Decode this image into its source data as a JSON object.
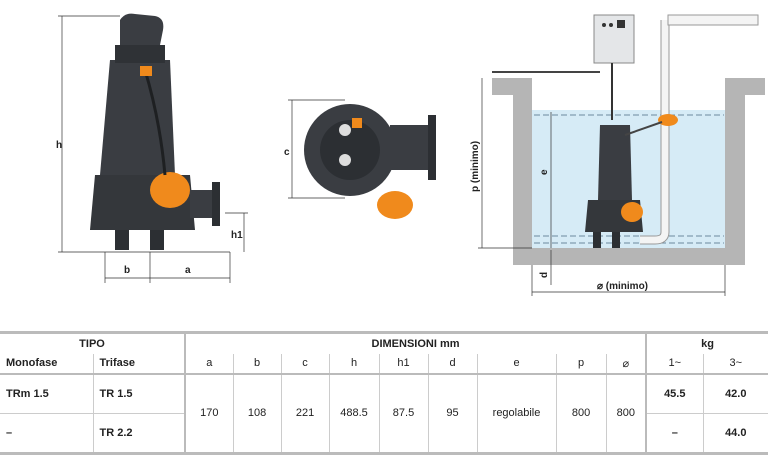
{
  "drawings": {
    "side_view": {
      "labels": {
        "h": "h",
        "b": "b",
        "a": "a",
        "h1": "h1"
      }
    },
    "top_view": {
      "labels": {
        "c": "c"
      }
    },
    "installation": {
      "labels": {
        "p": "p  (minimo)",
        "e": "e",
        "d": "d",
        "diameter": "⌀ (minimo)"
      }
    }
  },
  "colors": {
    "pump": "#3a3d42",
    "float": "#f08a1c",
    "water": "#d6ebf6",
    "concrete": "#b5b5b5"
  },
  "table": {
    "group_headers": {
      "tipo": "TIPO",
      "dimensioni": "DIMENSIONI mm",
      "kg": "kg"
    },
    "columns": {
      "monofase": "Monofase",
      "trifase": "Trifase",
      "a": "a",
      "b": "b",
      "c": "c",
      "h": "h",
      "h1": "h1",
      "d": "d",
      "e": "e",
      "p": "p",
      "diam": "⌀",
      "kg1": "1~",
      "kg3": "3~"
    },
    "shared": {
      "a": "170",
      "b": "108",
      "c": "221",
      "h": "488.5",
      "h1": "87.5",
      "d": "95",
      "e": "regolabile",
      "p": "800",
      "diam": "800"
    },
    "rows": [
      {
        "monofase": "TRm 1.5",
        "trifase": "TR 1.5",
        "kg1": "45.5",
        "kg3": "42.0"
      },
      {
        "monofase": "–",
        "trifase": "TR 2.2",
        "kg1": "–",
        "kg3": "44.0"
      }
    ]
  }
}
